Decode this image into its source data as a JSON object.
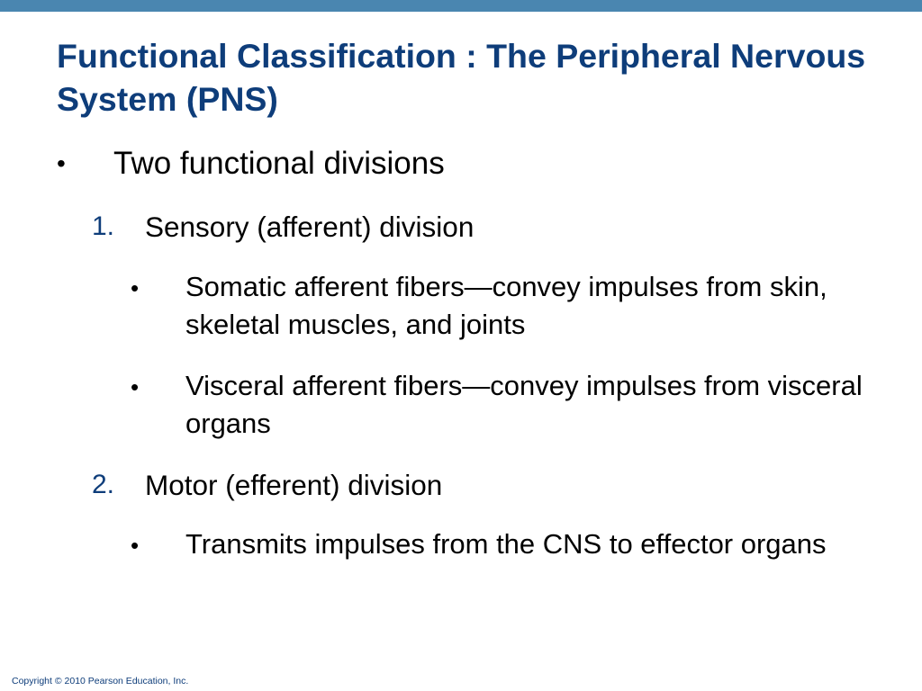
{
  "slide": {
    "title": "Functional Classification : The Peripheral Nervous System (PNS)",
    "footer": "Copyright © 2010 Pearson Education, Inc.",
    "colors": {
      "top_bar": "#4a86b0",
      "title": "#0e3d7a",
      "numbers": "#0e3d7a",
      "body_text": "#000000"
    }
  },
  "content": {
    "bullet_char": "•",
    "main_point": "Two functional divisions",
    "divisions": [
      {
        "number": "1.",
        "label": "Sensory (afferent) division",
        "points": [
          "Somatic afferent fibers—convey impulses from skin, skeletal muscles, and joints",
          "Visceral afferent fibers—convey impulses from visceral organs"
        ]
      },
      {
        "number": "2.",
        "label": "Motor (efferent) division",
        "points": [
          "Transmits impulses from the CNS to effector organs"
        ]
      }
    ]
  }
}
